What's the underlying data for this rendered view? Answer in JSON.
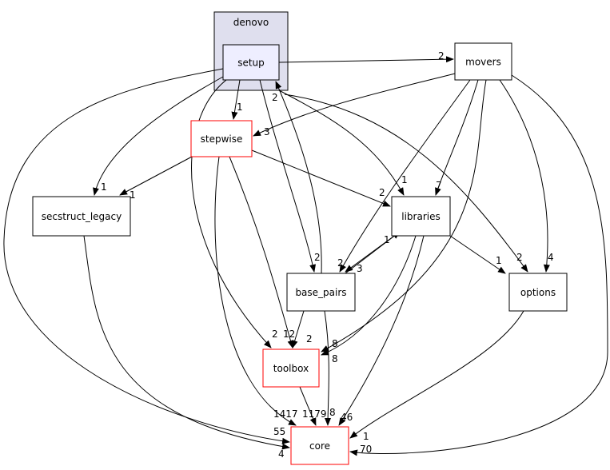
{
  "cluster": {
    "label": "denovo",
    "fill": "#dfdfee"
  },
  "nodes": {
    "setup": {
      "label": "setup",
      "fill": "#eeeeff",
      "border": "#000000"
    },
    "movers": {
      "label": "movers",
      "border": "#000000"
    },
    "stepwise": {
      "label": "stepwise",
      "border": "#ff0000"
    },
    "secstruct_legacy": {
      "label": "secstruct_legacy",
      "border": "#000000"
    },
    "libraries": {
      "label": "libraries",
      "border": "#000000"
    },
    "base_pairs": {
      "label": "base_pairs",
      "border": "#000000"
    },
    "options": {
      "label": "options",
      "border": "#000000"
    },
    "toolbox": {
      "label": "toolbox",
      "border": "#ff0000"
    },
    "core": {
      "label": "core",
      "border": "#ff0000"
    }
  },
  "edges": [
    {
      "from": "setup",
      "to": "movers",
      "label": "2"
    },
    {
      "from": "setup",
      "to": "stepwise",
      "label": "1"
    },
    {
      "from": "setup",
      "to": "secstruct_legacy",
      "label": "1"
    },
    {
      "from": "setup",
      "to": "core",
      "label": "55"
    },
    {
      "from": "setup",
      "to": "toolbox",
      "label": "2"
    },
    {
      "from": "setup",
      "to": "base_pairs",
      "label": "2"
    },
    {
      "from": "setup",
      "to": "libraries",
      "label": "1"
    },
    {
      "from": "setup",
      "to": "options",
      "label": "2"
    },
    {
      "from": "base_pairs",
      "to": "setup",
      "label": "2"
    },
    {
      "from": "movers",
      "to": "stepwise",
      "label": "3"
    },
    {
      "from": "movers",
      "to": "base_pairs",
      "label": "2"
    },
    {
      "from": "movers",
      "to": "libraries",
      "label": "7"
    },
    {
      "from": "movers",
      "to": "toolbox",
      "label": "8"
    },
    {
      "from": "movers",
      "to": "options",
      "label": "4"
    },
    {
      "from": "movers",
      "to": "core",
      "label": "70"
    },
    {
      "from": "stepwise",
      "to": "secstruct_legacy",
      "label": "1"
    },
    {
      "from": "stepwise",
      "to": "libraries",
      "label": "2"
    },
    {
      "from": "stepwise",
      "to": "toolbox",
      "label": "12"
    },
    {
      "from": "stepwise",
      "to": "core",
      "label": "1417"
    },
    {
      "from": "secstruct_legacy",
      "to": "core",
      "label": "4"
    },
    {
      "from": "libraries",
      "to": "base_pairs",
      "label": "3"
    },
    {
      "from": "base_pairs",
      "to": "libraries",
      "label": "1"
    },
    {
      "from": "libraries",
      "to": "toolbox",
      "label": "8"
    },
    {
      "from": "libraries",
      "to": "core",
      "label": "46"
    },
    {
      "from": "libraries",
      "to": "options",
      "label": "1"
    },
    {
      "from": "base_pairs",
      "to": "toolbox",
      "label": "2"
    },
    {
      "from": "base_pairs",
      "to": "core",
      "label": "8"
    },
    {
      "from": "toolbox",
      "to": "core",
      "label": "1179"
    },
    {
      "from": "options",
      "to": "core",
      "label": "1"
    }
  ]
}
